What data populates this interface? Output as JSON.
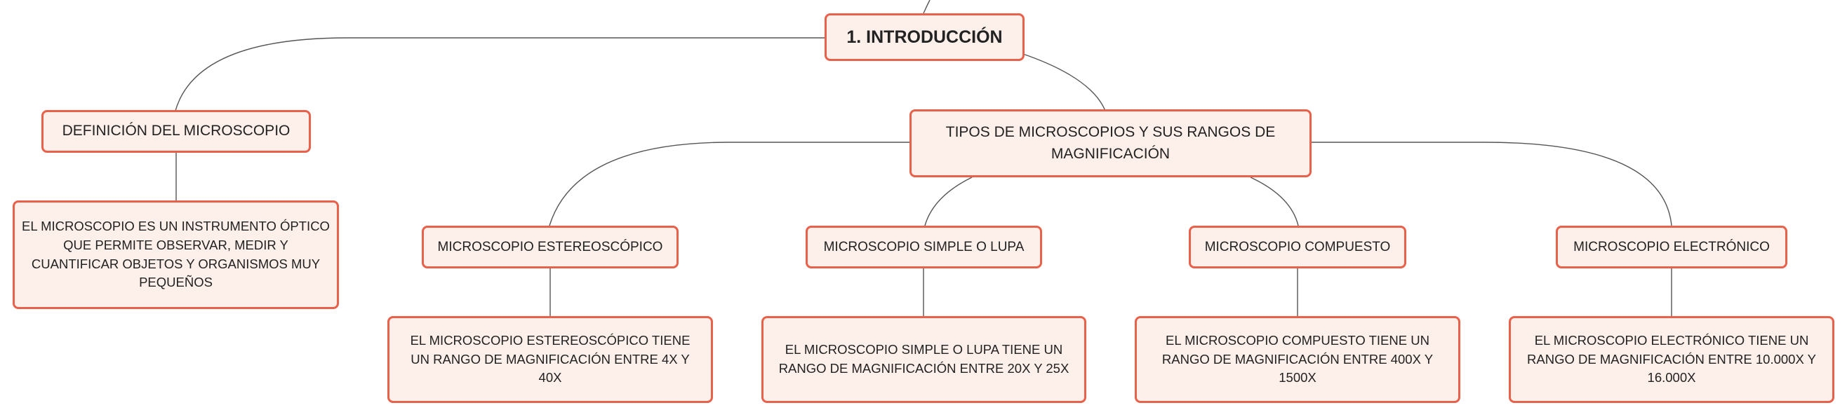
{
  "mindmap": {
    "root": {
      "label": "1. INTRODUCCIÓN"
    },
    "definition": {
      "title": "DEFINICIÓN DEL MICROSCOPIO",
      "description": "EL MICROSCOPIO ES UN INSTRUMENTO ÓPTICO QUE PERMITE OBSERVAR, MEDIR Y CUANTIFICAR OBJETOS Y ORGANISMOS MUY PEQUEÑOS"
    },
    "types": {
      "title": "TIPOS DE MICROSCOPIOS Y SUS RANGOS DE MAGNIFICACIÓN",
      "items": [
        {
          "name": "MICROSCOPIO ESTEREOSCÓPICO",
          "description": "EL MICROSCOPIO ESTEREOSCÓPICO TIENE UN RANGO DE MAGNIFICACIÓN ENTRE 4X Y 40X"
        },
        {
          "name": "MICROSCOPIO SIMPLE O LUPA",
          "description": "EL MICROSCOPIO SIMPLE O LUPA TIENE UN RANGO DE MAGNIFICACIÓN ENTRE 20X Y 25X"
        },
        {
          "name": "MICROSCOPIO COMPUESTO",
          "description": "EL MICROSCOPIO COMPUESTO TIENE UN RANGO DE MAGNIFICACIÓN ENTRE 400X Y 1500X"
        },
        {
          "name": "MICROSCOPIO ELECTRÓNICO",
          "description": "EL MICROSCOPIO ELECTRÓNICO TIENE UN RANGO DE MAGNIFICACIÓN ENTRE 10.000X Y 16.000X"
        }
      ]
    },
    "colors": {
      "node_border": "#e8614a",
      "node_fill": "#fdefe9",
      "connector": "#555555",
      "text": "#222222"
    }
  }
}
